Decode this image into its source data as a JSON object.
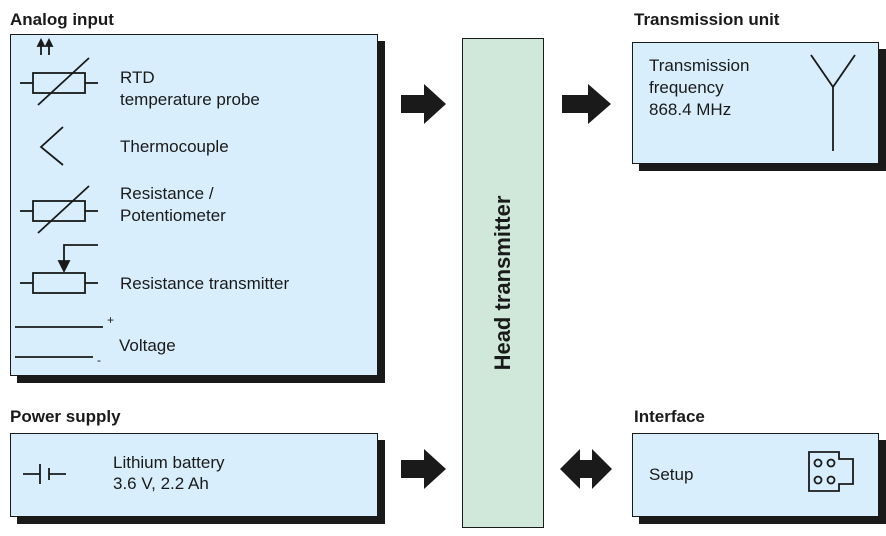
{
  "analog_input": {
    "heading": "Analog input",
    "rtd_label_1": "RTD",
    "rtd_label_2": "temperature probe",
    "thermocouple_label": "Thermocouple",
    "resistance_label_1": "Resistance /",
    "resistance_label_2": "Potentiometer",
    "resistance_transmitter_label": "Resistance transmitter",
    "voltage_label": "Voltage",
    "voltage_plus": "+",
    "voltage_minus": "-"
  },
  "power_supply": {
    "heading": "Power supply",
    "line_1": "Lithium battery",
    "line_2": "3.6 V, 2.2 Ah"
  },
  "head_transmitter": {
    "label": "Head transmitter"
  },
  "transmission_unit": {
    "heading": "Transmission unit",
    "line_1": "Transmission",
    "line_2": "frequency",
    "line_3": "868.4 MHz"
  },
  "interface": {
    "heading": "Interface",
    "label": "Setup"
  },
  "colors": {
    "box_fill": "#d8eefc",
    "head_fill": "#cfe8d9",
    "stroke": "#1a1a1a"
  }
}
